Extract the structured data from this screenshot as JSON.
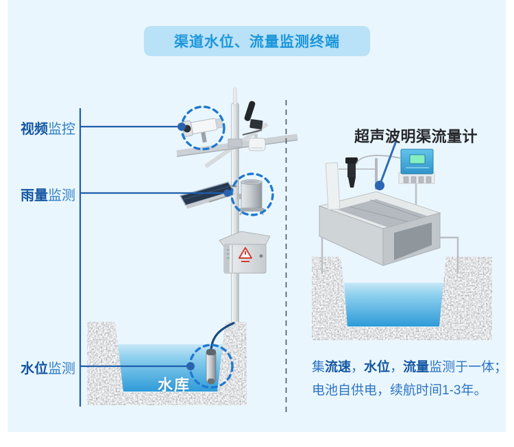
{
  "banner": {
    "title": "渠道水位、流量监测终端"
  },
  "labels": {
    "video": {
      "parts": [
        {
          "text": "视频",
          "bold": true
        },
        {
          "text": "监控",
          "bold": false
        }
      ]
    },
    "rain": {
      "parts": [
        {
          "text": "雨量",
          "bold": true
        },
        {
          "text": "监测",
          "bold": false
        }
      ]
    },
    "level": {
      "parts": [
        {
          "text": "水位",
          "bold": true
        },
        {
          "text": "监测",
          "bold": false
        }
      ]
    }
  },
  "left_diagram": {
    "reservoir_label": "水库"
  },
  "right_section": {
    "title": "超声波明渠流量计",
    "description": {
      "line1_parts": [
        {
          "text": "集",
          "bold": false
        },
        {
          "text": "流速",
          "bold": true
        },
        {
          "text": "，",
          "bold": false
        },
        {
          "text": "水位",
          "bold": true
        },
        {
          "text": "，",
          "bold": false
        },
        {
          "text": "流量",
          "bold": true
        },
        {
          "text": "监测于一体；",
          "bold": false
        }
      ],
      "line2": "电池自供电，续航时间1-3年。"
    }
  },
  "icons": [
    "camera-icon",
    "antenna-icon",
    "signal-device-icon",
    "rain-gauge-icon",
    "solar-panel-icon",
    "control-cabinet-icon",
    "warning-triangle-icon",
    "level-sensor-icon",
    "flume-icon",
    "ultrasonic-sensor-icon",
    "flow-meter-display-icon",
    "highlight-circle-icon"
  ],
  "colors": {
    "panel_bg": "#eaf6fd",
    "banner_bg": "#b9e1f7",
    "banner_text": "#1b96da",
    "bold_text": "#1356a2",
    "regular_text": "#2b74c4",
    "connector_line": "#1e5cab",
    "dashed_circle": "#1f78d1",
    "water_top": "#c3e5f5",
    "water_bottom": "#2e9bd8",
    "title_dark": "#24272b"
  }
}
